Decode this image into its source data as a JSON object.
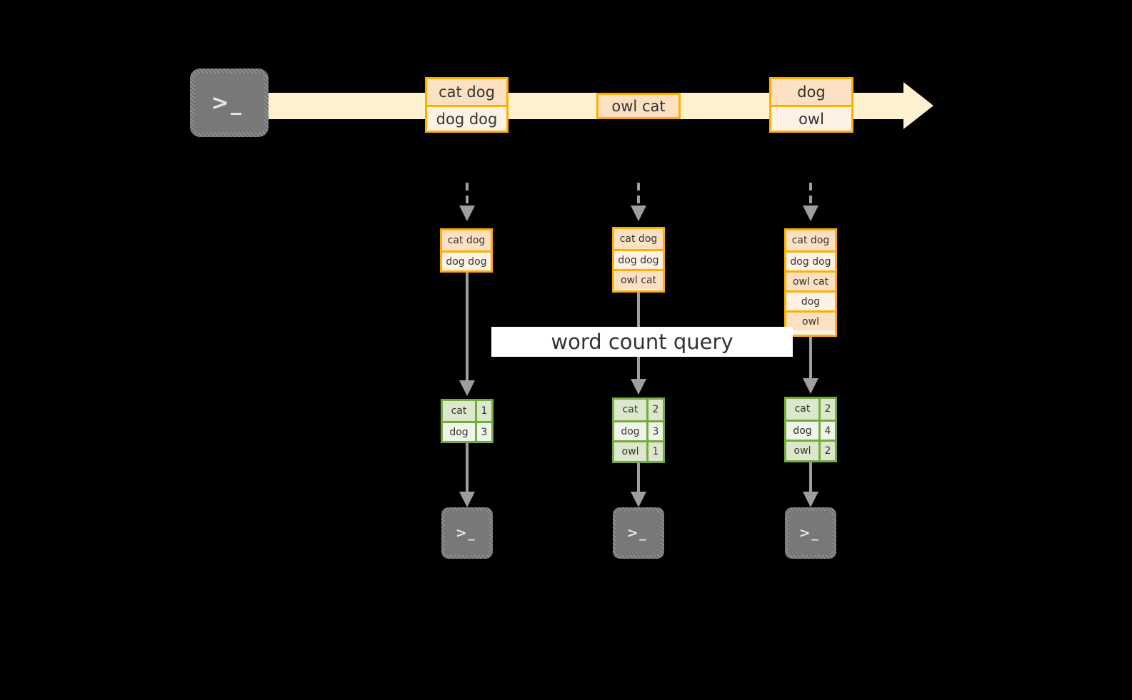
{
  "diagram": {
    "title": "word count query stream diagram",
    "colors": {
      "background": "#000000",
      "stream_band": "#FDF1CF",
      "message_border": "#FFAF00",
      "message_fill_dark": "#FBE0C2",
      "message_fill_light": "#FDF2E4",
      "table_border": "#76A940",
      "table_fill_dark": "#DCE8CC",
      "table_fill_light": "#F0F5EA",
      "arrow_gray": "#9E9E9E",
      "terminal_gray": "#787878",
      "label_background": "#FFFFFF",
      "text": "#333333"
    }
  },
  "producer": {
    "icon": "terminal-icon",
    "glyph": ">_"
  },
  "stream": {
    "messages": [
      {
        "id": "msg-1",
        "cells": [
          "cat dog",
          "dog dog"
        ]
      },
      {
        "id": "msg-2",
        "cells": [
          "owl cat"
        ]
      },
      {
        "id": "msg-3",
        "cells": [
          "dog",
          "owl"
        ]
      }
    ]
  },
  "query": {
    "label": "word count query"
  },
  "snapshots": [
    {
      "id": "snapshot-1",
      "input_rows": [
        "cat dog",
        "dog dog"
      ],
      "result": {
        "rows": [
          {
            "word": "cat",
            "count": "1"
          },
          {
            "word": "dog",
            "count": "3"
          }
        ]
      },
      "consumer": {
        "icon": "terminal-icon",
        "glyph": ">_"
      }
    },
    {
      "id": "snapshot-2",
      "input_rows": [
        "cat dog",
        "dog dog",
        "owl cat"
      ],
      "result": {
        "rows": [
          {
            "word": "cat",
            "count": "2"
          },
          {
            "word": "dog",
            "count": "3"
          },
          {
            "word": "owl",
            "count": "1"
          }
        ]
      },
      "consumer": {
        "icon": "terminal-icon",
        "glyph": ">_"
      }
    },
    {
      "id": "snapshot-3",
      "input_rows": [
        "cat dog",
        "dog dog",
        "owl cat",
        "dog",
        "owl"
      ],
      "result": {
        "rows": [
          {
            "word": "cat",
            "count": "2"
          },
          {
            "word": "dog",
            "count": "4"
          },
          {
            "word": "owl",
            "count": "2"
          }
        ]
      },
      "consumer": {
        "icon": "terminal-icon",
        "glyph": ">_"
      }
    }
  ]
}
